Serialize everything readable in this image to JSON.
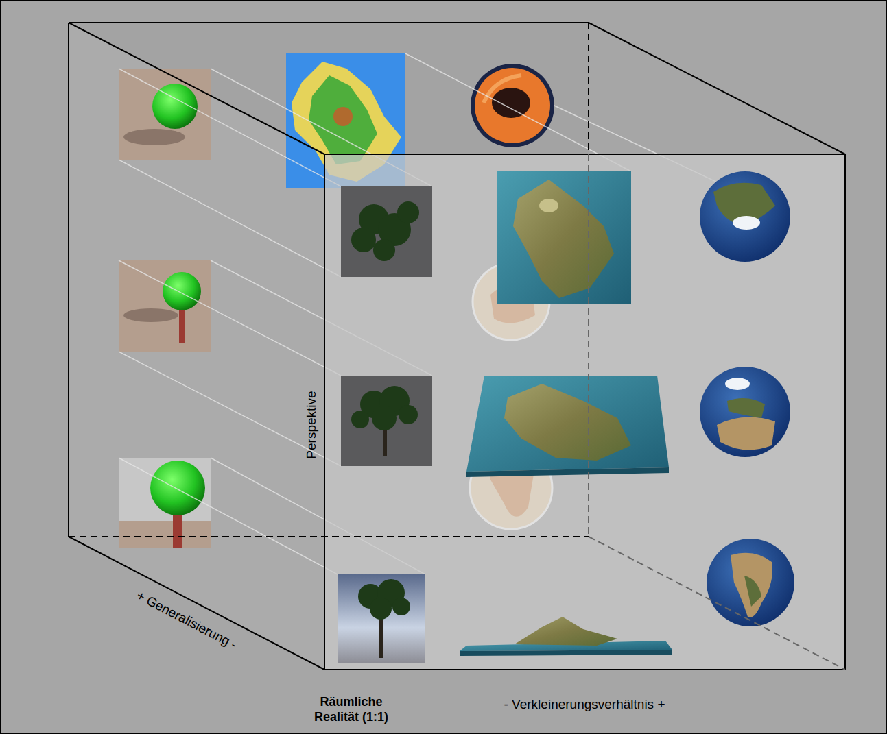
{
  "diagram": {
    "labels": [
      "Perspektive",
      "+ Generalisierung -",
      "Räumliche Realität (1:1)",
      "- Verkleinerungsverhältnis +"
    ]
  }
}
